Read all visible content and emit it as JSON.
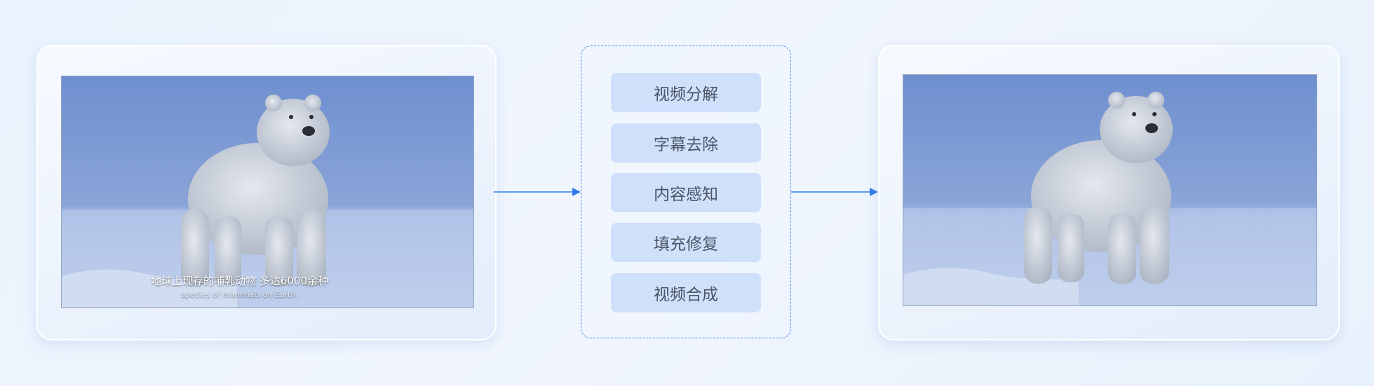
{
  "input_frame": {
    "subtitle_cn": "地球上现存的哺乳动物 多达6000余种",
    "subtitle_en": "species of mammals on Earth."
  },
  "steps": [
    {
      "label": "视频分解"
    },
    {
      "label": "字幕去除"
    },
    {
      "label": "内容感知"
    },
    {
      "label": "填充修复"
    },
    {
      "label": "视频合成"
    }
  ],
  "colors": {
    "accent": "#2f7ce6",
    "step_bg": "#cfe0fb",
    "step_text": "#4b5566",
    "background": "#edf4fd"
  }
}
